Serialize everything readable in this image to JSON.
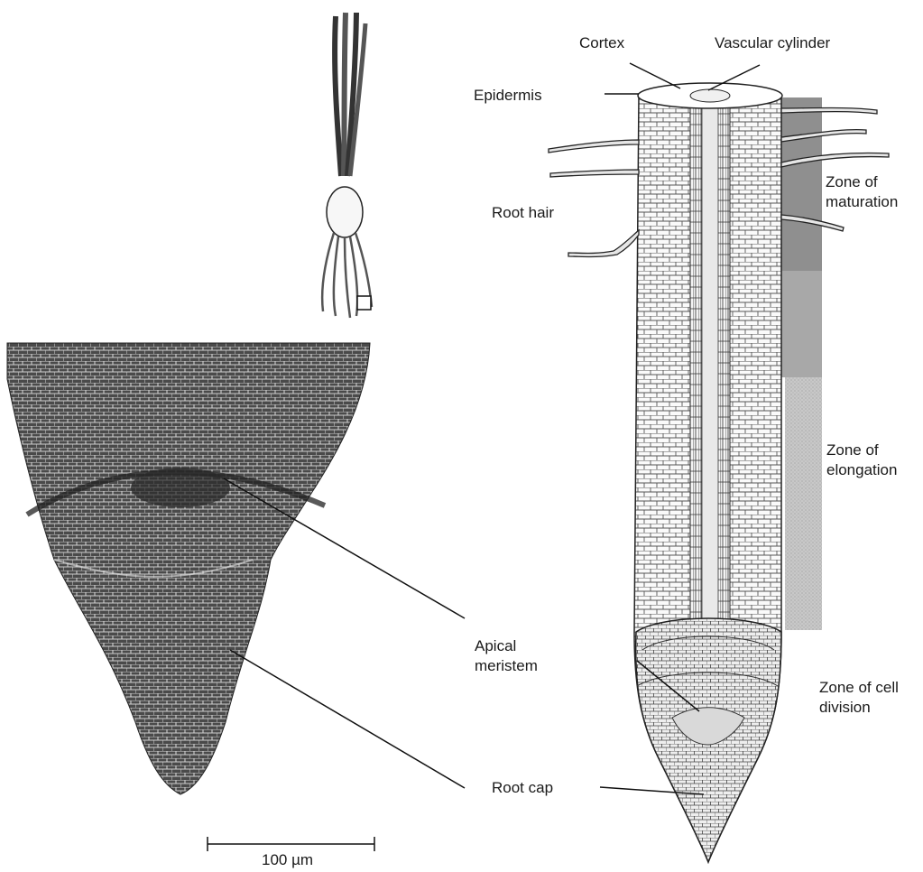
{
  "labels": {
    "cortex": "Cortex",
    "vascular_cylinder": "Vascular cylinder",
    "epidermis": "Epidermis",
    "root_hair": "Root hair",
    "zone_maturation_1": "Zone of",
    "zone_maturation_2": "maturation",
    "zone_elongation_1": "Zone of",
    "zone_elongation_2": "elongation",
    "zone_division_1": "Zone of cell",
    "zone_division_2": "division",
    "apical_meristem_1": "Apical",
    "apical_meristem_2": "meristem",
    "root_cap": "Root cap",
    "scale_bar": "100 µm"
  },
  "colors": {
    "ink": "#1a1a1a",
    "micrograph_dark": "#3a3a3a",
    "zone_maturation": "#8a8a8a",
    "zone_elongation": "#bdbdbd",
    "zone_division": "#d6d6d6"
  },
  "icons": [
    "onion-plant-icon",
    "root-diagram",
    "micrograph"
  ]
}
